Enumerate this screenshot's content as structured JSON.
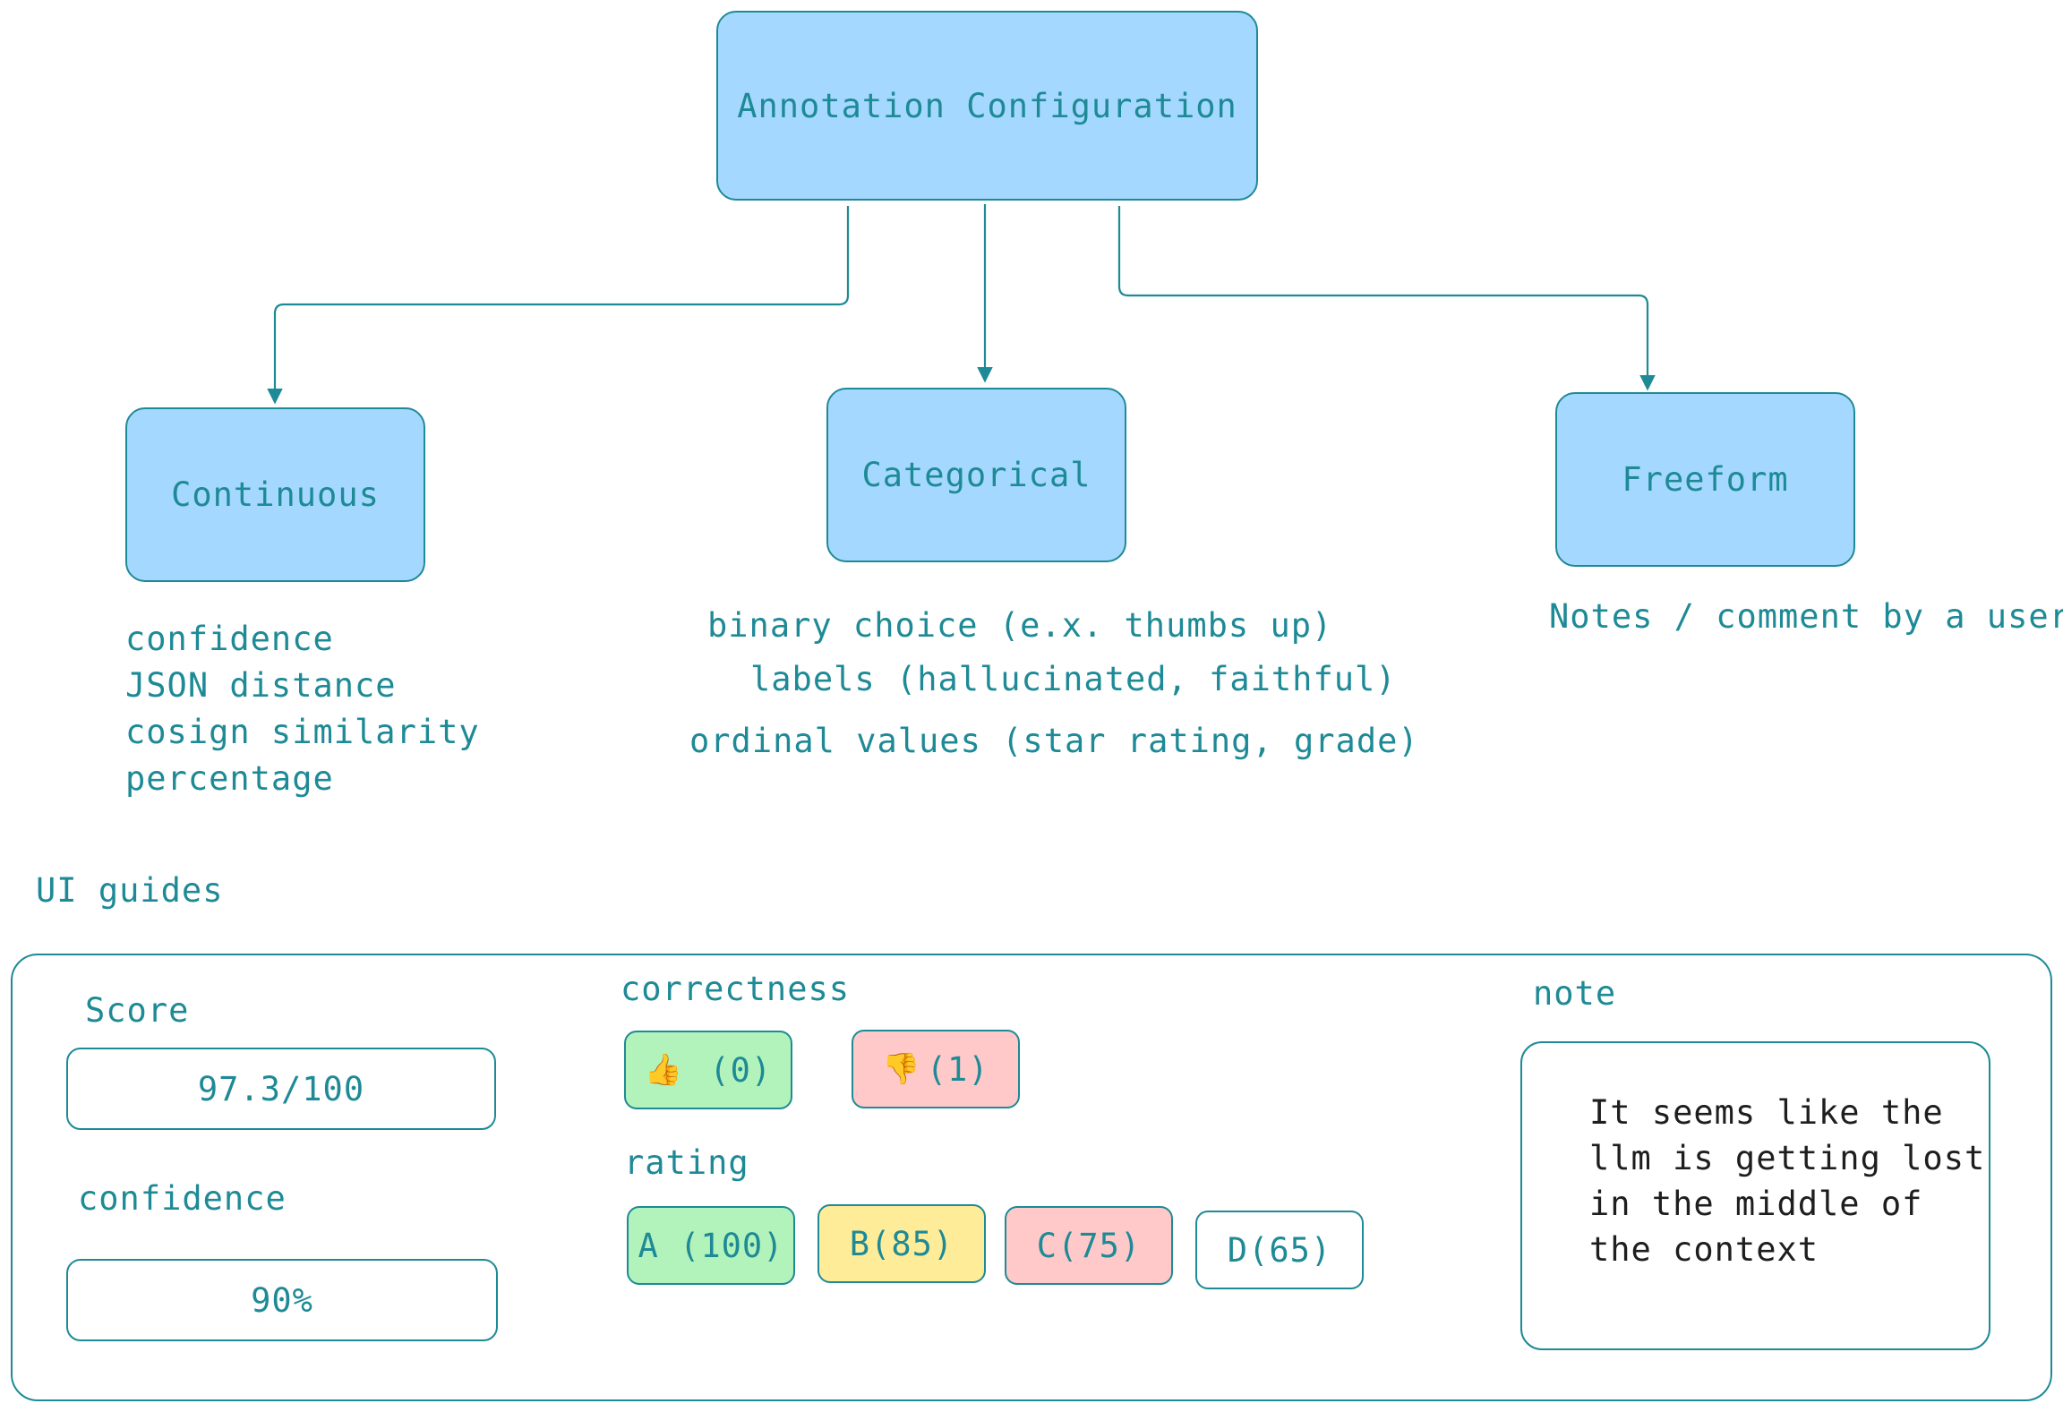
{
  "diagram": {
    "root": {
      "label": "Annotation Configuration"
    },
    "children": [
      {
        "label": "Continuous",
        "descriptions": [
          "confidence",
          "JSON distance",
          "cosign similarity",
          "percentage"
        ]
      },
      {
        "label": "Categorical",
        "descriptions": [
          "binary choice (e.x. thumbs up)",
          "labels (hallucinated, faithful)",
          "ordinal values (star rating, grade)"
        ]
      },
      {
        "label": "Freeform",
        "descriptions": [
          "Notes / comment by a user"
        ]
      }
    ]
  },
  "ui_guides": {
    "title": "UI guides",
    "score": {
      "label": "Score",
      "value": "97.3/100"
    },
    "confidence": {
      "label": "confidence",
      "value": "90%"
    },
    "correctness": {
      "label": "correctness",
      "options": [
        {
          "icon": "thumbs-up-icon",
          "glyph": "👍",
          "text": " (0)",
          "color": "#b2f2bb"
        },
        {
          "icon": "thumbs-down-icon",
          "glyph": "👎",
          "text": "(1)",
          "color": "#ffc9c9"
        }
      ]
    },
    "rating": {
      "label": "rating",
      "options": [
        {
          "text": "A (100)",
          "color": "#b2f2bb"
        },
        {
          "text": "B(85)",
          "color": "#ffec99"
        },
        {
          "text": "C(75)",
          "color": "#ffc9c9"
        },
        {
          "text": "D(65)",
          "color": "#ffffff"
        }
      ]
    },
    "note": {
      "label": "note",
      "lines": [
        "It seems like the",
        "llm is getting lost",
        "in the middle of",
        "the context"
      ]
    }
  },
  "colors": {
    "node_fill": "#a5d8ff",
    "stroke": "#1e8a96",
    "note_text": "#1e1e1e"
  }
}
